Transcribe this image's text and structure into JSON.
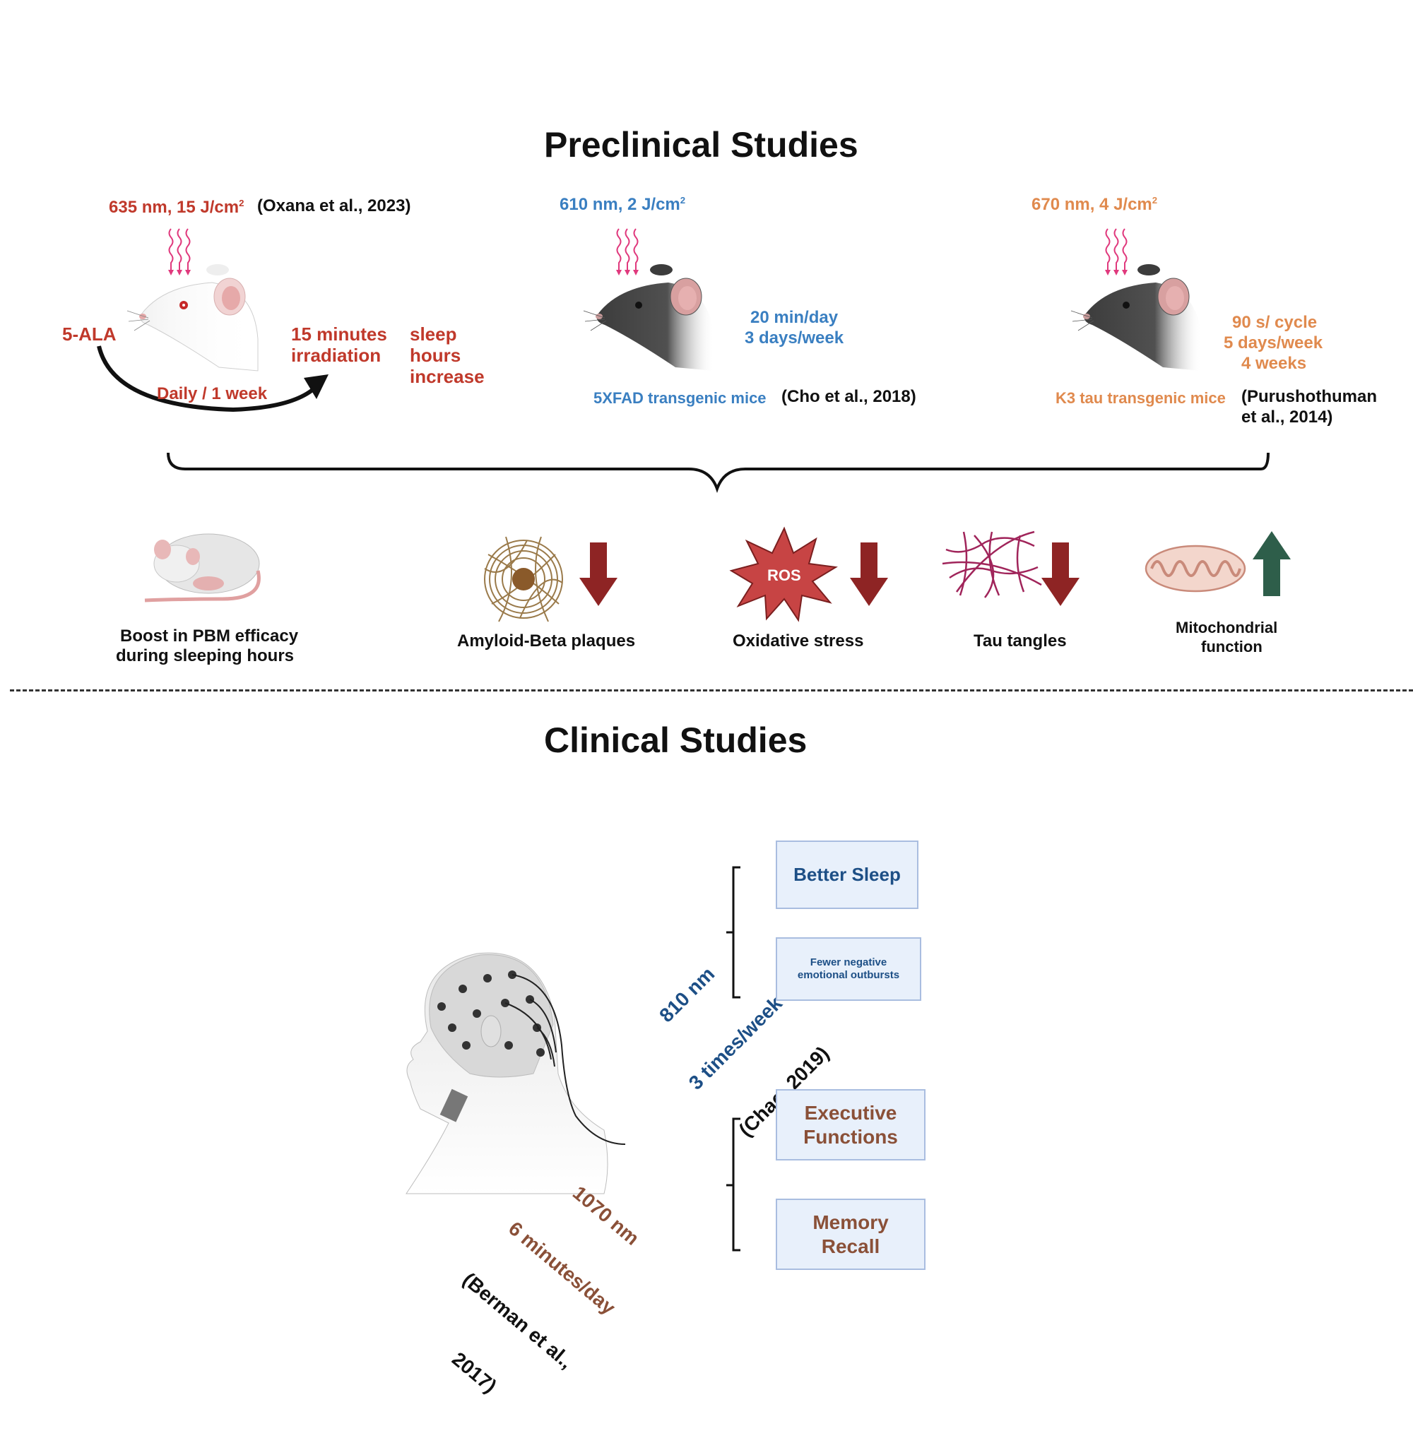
{
  "preclinical": {
    "title": "Preclinical  Studies",
    "study1": {
      "params": "635 nm, 15 J/cm",
      "params_sup": "2",
      "citation": "(Oxana et al., 2023)",
      "agent": "5-ALA",
      "irradiation_1": "15 minutes",
      "irradiation_2": "irradiation",
      "sleep_1": "sleep",
      "sleep_2": "hours",
      "sleep_3": "increase",
      "schedule": "Daily / 1 week"
    },
    "study2": {
      "params": "610 nm, 2 J/cm",
      "params_sup": "2",
      "dose_1": "20 min/day",
      "dose_2": "3 days/week",
      "model": "5XFAD transgenic mice",
      "citation": "(Cho et al., 2018)"
    },
    "study3": {
      "params": "670 nm, 4 J/cm",
      "params_sup": "2",
      "dose_1": "90 s/ cycle",
      "dose_2": "5 days/week",
      "dose_3": "4 weeks",
      "model": "K3 tau transgenic mice",
      "citation_1": "(Purushothuman",
      "citation_2": "et al., 2014)"
    },
    "outcomes": {
      "sleep_1": "Boost in PBM efficacy",
      "sleep_2": "during sleeping hours",
      "amyloid": "Amyloid-Beta plaques",
      "ros_label": "ROS",
      "oxidative": "Oxidative stress",
      "tau": "Tau  tangles",
      "mito_1": "Mitochondrial",
      "mito_2": "function"
    }
  },
  "clinical": {
    "title": "Clinical  Studies",
    "study1": {
      "wavelength": "810 nm",
      "frequency": "3 times/week",
      "citation": "(Chao, 2019)"
    },
    "study2": {
      "wavelength": "1070 nm",
      "frequency": "6 minutes/day",
      "citation_1": "(Berman et al.,",
      "citation_2": "2017)"
    },
    "boxes": {
      "better_sleep": "Better Sleep",
      "fewer_1": "Fewer negative",
      "fewer_2": "emotional outbursts",
      "executive_1": "Executive",
      "executive_2": "Functions",
      "memory_1": "Memory",
      "memory_2": "Recall"
    }
  },
  "colors": {
    "red": "#c0392b",
    "blue": "#3a7fc1",
    "orange": "#e08a4e",
    "dark_blue": "#1d4f86",
    "brown": "#8a5038",
    "down_arrow": "#8e2424",
    "up_arrow": "#2e5e4a",
    "light_pink": "#e0397d"
  },
  "icons": [
    "red-light-icon",
    "white-mouse-icon",
    "black-mouse-icon",
    "sleeping-mouse-icon",
    "amyloid-plaque-icon",
    "ros-star-icon",
    "tau-tangle-icon",
    "mitochondrion-icon",
    "down-arrow-icon",
    "up-arrow-icon",
    "eeg-head-icon"
  ]
}
